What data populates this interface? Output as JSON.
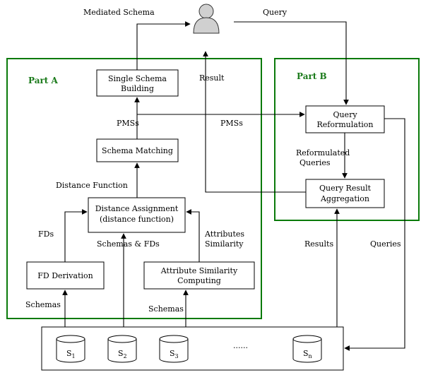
{
  "part_a": "Part A",
  "part_b": "Part B",
  "boxes": {
    "single_schema": [
      "Single Schema",
      "Building"
    ],
    "schema_matching": "Schema Matching",
    "distance_assignment": [
      "Distance Assignment",
      "(distance function)"
    ],
    "fd_derivation": "FD Derivation",
    "attr_similarity": [
      "Attribute  Similarity",
      "Computing"
    ],
    "query_reformulation": [
      "Query",
      "Reformulation"
    ],
    "query_result_agg": [
      "Query Result",
      "Aggregation"
    ]
  },
  "labels": {
    "mediated_schema": "Mediated Schema",
    "query": "Query",
    "result": "Result",
    "pmss_left": "PMSs",
    "pmss_mid": "PMSs",
    "distance_function": "Distance Function",
    "fds": "FDs",
    "schemas_fds": "Schemas & FDs",
    "attributes_similarity": [
      "Attributes",
      "Similarity"
    ],
    "reformulated_queries": [
      "Reformulated",
      "Queries"
    ],
    "results": "Results",
    "queries": "Queries",
    "schemas_left": "Schemas",
    "schemas_mid": "Schemas",
    "dots": "......"
  },
  "sources": [
    {
      "base": "S",
      "sub": "1"
    },
    {
      "base": "S",
      "sub": "2"
    },
    {
      "base": "S",
      "sub": "3"
    },
    {
      "base": "S",
      "sub": "n"
    }
  ]
}
